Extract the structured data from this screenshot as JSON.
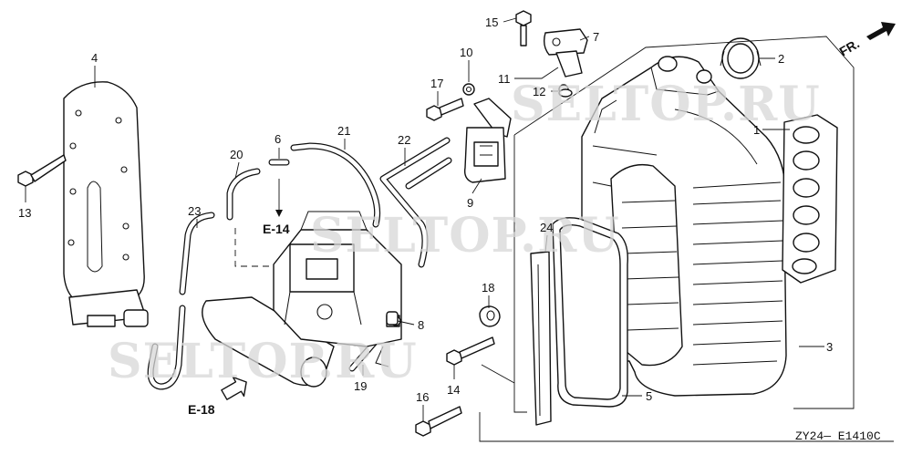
{
  "diagram": {
    "callouts": [
      {
        "id": "c1",
        "label": "1"
      },
      {
        "id": "c2",
        "label": "2"
      },
      {
        "id": "c3",
        "label": "3"
      },
      {
        "id": "c4",
        "label": "4"
      },
      {
        "id": "c5",
        "label": "5"
      },
      {
        "id": "c6",
        "label": "6"
      },
      {
        "id": "c7",
        "label": "7"
      },
      {
        "id": "c8",
        "label": "8"
      },
      {
        "id": "c9",
        "label": "9"
      },
      {
        "id": "c10",
        "label": "10"
      },
      {
        "id": "c11",
        "label": "11"
      },
      {
        "id": "c12",
        "label": "12"
      },
      {
        "id": "c13",
        "label": "13"
      },
      {
        "id": "c14",
        "label": "14"
      },
      {
        "id": "c15",
        "label": "15"
      },
      {
        "id": "c16",
        "label": "16"
      },
      {
        "id": "c17",
        "label": "17"
      },
      {
        "id": "c18",
        "label": "18"
      },
      {
        "id": "c19",
        "label": "19"
      },
      {
        "id": "c20",
        "label": "20"
      },
      {
        "id": "c21",
        "label": "21"
      },
      {
        "id": "c22",
        "label": "22"
      },
      {
        "id": "c23",
        "label": "23"
      },
      {
        "id": "c24",
        "label": "24"
      }
    ],
    "references": {
      "e14": "E-14",
      "e18": "E-18"
    },
    "front_marker": "FR.",
    "drawing_code": "ZY24— E1410C",
    "watermarks": [
      "SELTOP.RU",
      "SELTOP.RU",
      "SELTOP.RU"
    ]
  }
}
